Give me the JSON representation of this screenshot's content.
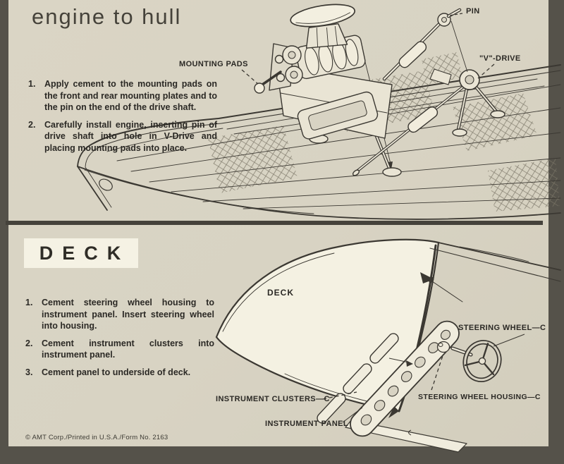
{
  "page": {
    "frame_color": "#55524a",
    "paper_color": "#d8d3c3",
    "ink_color": "#2b2925"
  },
  "top_section": {
    "title": "engine to hull",
    "labels": {
      "mounting_pads": "MOUNTING PADS",
      "pin": "PIN",
      "v_drive": "\"V\"-DRIVE"
    },
    "steps": [
      {
        "num": "1.",
        "text": "Apply cement to the mounting pads on the front and rear mounting plates and to the pin on the end of the drive shaft."
      },
      {
        "num": "2.",
        "text": "Carefully install engine, inserting pin of drive shaft into hole in V-Drive and placing mounting pads into place."
      }
    ]
  },
  "deck_section": {
    "title": "DECK",
    "labels": {
      "deck": "DECK",
      "steering_wheel": "STEERING WHEEL—C",
      "steering_wheel_housing": "STEERING WHEEL HOUSING—C",
      "instrument_clusters": "INSTRUMENT CLUSTERS—C",
      "instrument_panel": "INSTRUMENT PANEL"
    },
    "steps": [
      {
        "num": "1.",
        "text": "Cement steering wheel housing to instrument panel. Insert steering wheel into housing."
      },
      {
        "num": "2.",
        "text": "Cement instrument clusters into instrument panel."
      },
      {
        "num": "3.",
        "text": "Cement panel to underside of deck."
      }
    ]
  },
  "footer": {
    "text": "© AMT Corp./Printed in U.S.A./Form No. 2163"
  }
}
